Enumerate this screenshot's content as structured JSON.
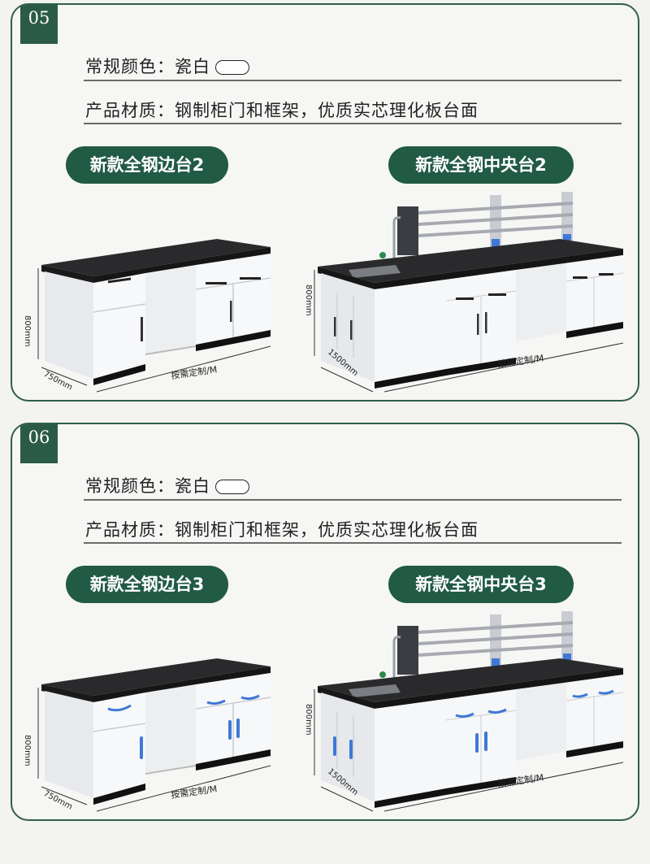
{
  "colors": {
    "accent": "#215a45",
    "border": "#2f5e4a",
    "handle_blue": "#3f78d6"
  },
  "sections": [
    {
      "number": "05",
      "color_label": "常规颜色：瓷白",
      "material_label": "产品材质：钢制柜门和框架，优质实芯理化板台面",
      "product_left": "新款全钢边台2",
      "product_right": "新款全钢中央台2",
      "dims_left": {
        "height": "800mm",
        "depth": "750mm",
        "length": "按需定制/M"
      },
      "dims_right": {
        "height": "800mm",
        "depth": "1500mm",
        "length": "按需定制/M"
      }
    },
    {
      "number": "06",
      "color_label": "常规颜色：瓷白",
      "material_label": "产品材质：钢制柜门和框架，优质实芯理化板台面",
      "product_left": "新款全钢边台3",
      "product_right": "新款全钢中央台3",
      "dims_left": {
        "height": "800mm",
        "depth": "750mm",
        "length": "按需定制/M"
      },
      "dims_right": {
        "height": "800mm",
        "depth": "1500mm",
        "length": "按需定制/M"
      }
    }
  ]
}
